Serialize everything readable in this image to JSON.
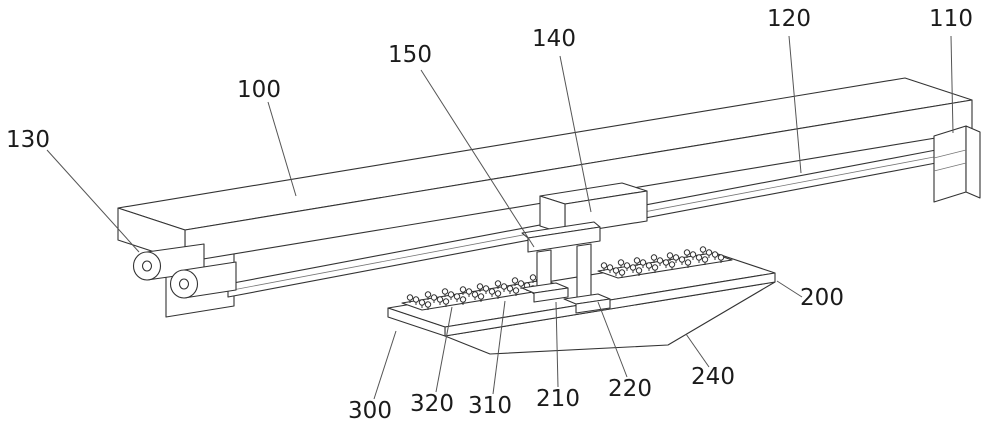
{
  "figure": {
    "background": "#ffffff",
    "ink": "#333333",
    "labels": {
      "n100": "100",
      "n110": "110",
      "n120": "120",
      "n130": "130",
      "n140": "140",
      "n150": "150",
      "n200": "200",
      "n210": "210",
      "n220": "220",
      "n240": "240",
      "n300": "300",
      "n310": "310",
      "n320": "320"
    }
  }
}
